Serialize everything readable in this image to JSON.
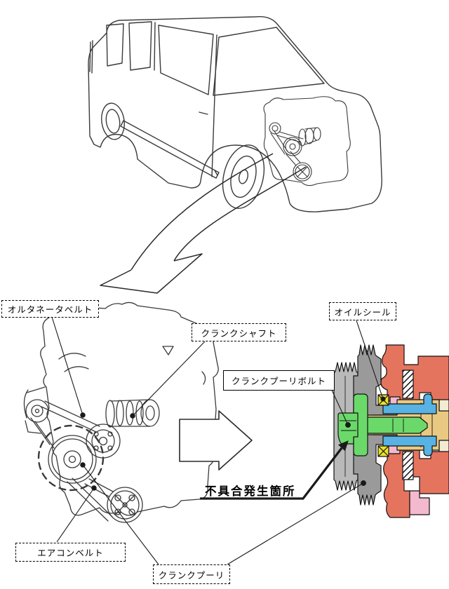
{
  "labels": {
    "alternator_belt": "オルタネータベルト",
    "crankshaft": "クランクシャフト",
    "oil_seal": "オイルシール",
    "crank_pulley_bolt": "クランクプーリボルト",
    "defect_location": "不具合発生箇所",
    "aircon_belt": "エアコンベルト",
    "crank_pulley": "クランクプーリ"
  },
  "colors": {
    "pulley_gray_light": "#b9b9b9",
    "pulley_gray_dark": "#9a9a9a",
    "engine_block_red": "#e5745f",
    "bolt_green": "#6bd96a",
    "crankshaft_tan": "#e9c982",
    "retainer_blue": "#58b2e3",
    "seal_yellow": "#e9e12f",
    "seal_pink": "#f3b9ce",
    "cream": "#f4ecd2",
    "line": "#1a1a1a"
  }
}
